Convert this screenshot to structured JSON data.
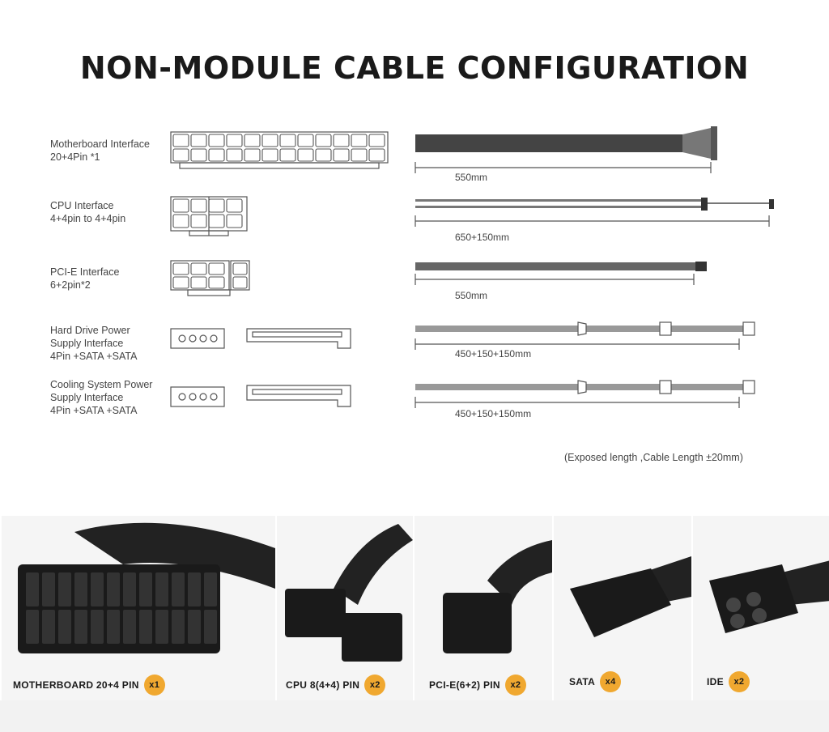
{
  "title": "NON-MODULE CABLE CONFIGURATION",
  "rows": [
    {
      "name": "Motherboard Interface",
      "spec": "20+4Pin *1",
      "length": "550mm"
    },
    {
      "name": "CPU Interface",
      "spec": "4+4pin to 4+4pin",
      "length": "650+150mm"
    },
    {
      "name": "PCI-E Interface",
      "spec": "6+2pin*2",
      "length": "550mm"
    },
    {
      "name": "Hard Drive Power",
      "name2": "Supply Interface",
      "spec": "4Pin +SATA +SATA",
      "length": "450+150+150mm"
    },
    {
      "name": "Cooling System Power",
      "name2": "Supply Interface",
      "spec": "4Pin +SATA +SATA",
      "length": "450+150+150mm"
    }
  ],
  "note": "(Exposed length ,Cable Length ±20mm)",
  "products": [
    {
      "label": "MOTHERBOARD 20+4 PIN",
      "qty": "x1"
    },
    {
      "label": "CPU 8(4+4) PIN",
      "qty": "x2"
    },
    {
      "label": "PCI-E(6+2) PIN",
      "qty": "x2"
    },
    {
      "label": "SATA",
      "qty": "x4"
    },
    {
      "label": "IDE",
      "qty": "x2"
    }
  ],
  "colors": {
    "accent": "#f0a830",
    "line": "#555555"
  }
}
